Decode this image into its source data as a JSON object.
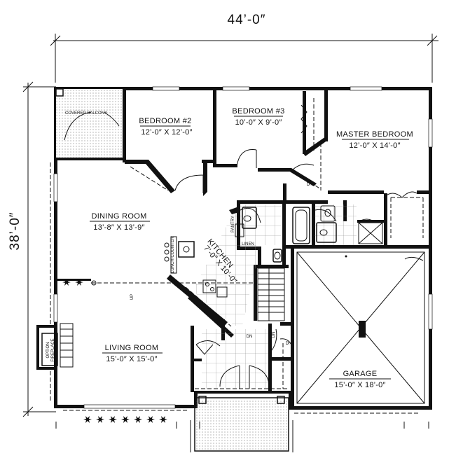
{
  "dimensions": {
    "overall_width": "44’-0″",
    "overall_depth": "38’-0″"
  },
  "rooms": {
    "covered_balcony": {
      "name": "COVERED BALCONY"
    },
    "bedroom2": {
      "name": "BEDROOM #2",
      "size": "12’-0″ X 12’-0″"
    },
    "bedroom3": {
      "name": "BEDROOM #3",
      "size": "10’-0″ X 9’-0″"
    },
    "master": {
      "name": "MASTER BEDROOM",
      "size": "12’-0″ X 14’-0″"
    },
    "dining": {
      "name": "DINING ROOM",
      "size": "13’-8″ X 13’-9″"
    },
    "kitchen": {
      "name": "KITCHEN",
      "size": "7’-0″ X 10’-0″"
    },
    "living": {
      "name": "LIVING ROOM",
      "size": "15’-0″ X 15’-0″"
    },
    "garage": {
      "name": "GARAGE",
      "size": "15’-0″ X 18’-0″"
    }
  },
  "labels": {
    "pantry": "PANTRY",
    "linen": "LINEN",
    "lunch_counter": "LUNCH COUNTER",
    "option": "OPTION",
    "fireplace": "FIREPLACE",
    "up": "UP",
    "dn_master": "DN",
    "dn_entry": "DN",
    "dn_stair": "DN",
    "dn_garage": "DN"
  }
}
